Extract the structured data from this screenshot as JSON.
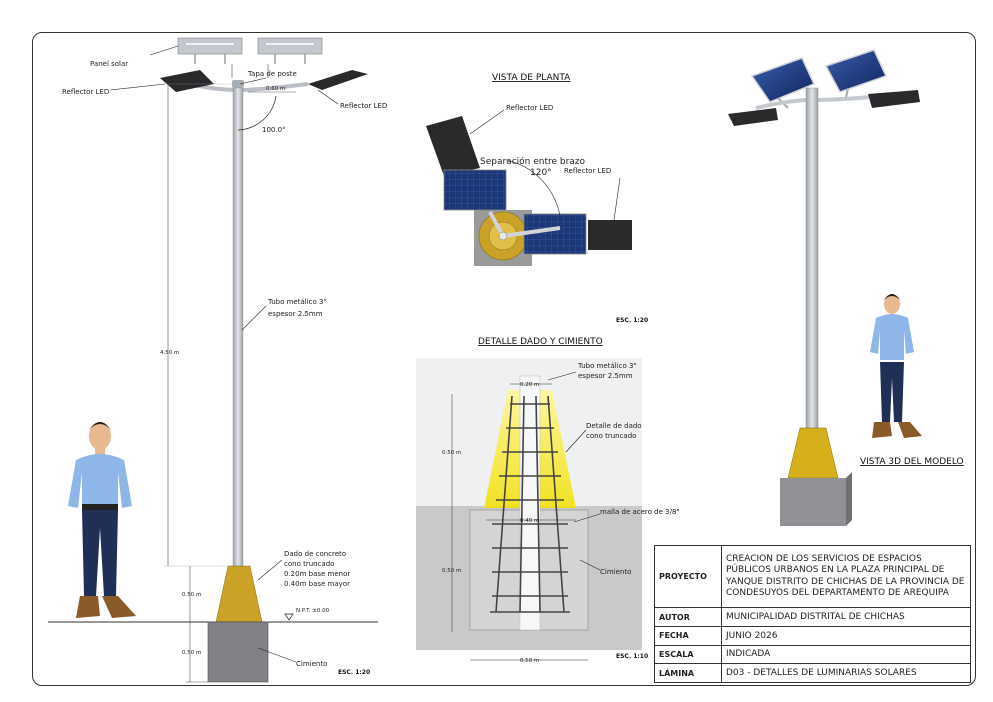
{
  "main_view": {
    "label_panel": "Panel solar",
    "label_led_left": "Reflector LED",
    "label_cap": "Tapa de poste",
    "label_led_right": "Reflector LED",
    "label_arm": "0.60 m",
    "label_angle": "100.0°",
    "label_tube": "Tubo metálico 3\"",
    "label_tube2": "espesor 2.5mm",
    "label_height": "4.50 m",
    "label_die": "Dado de concreto",
    "label_die2": "cono truncado",
    "label_die3": "0.20m base menor",
    "label_die4": "0.40m base mayor",
    "label_die_h": "0.50 m",
    "label_npt": "N.P.T. ±0.00",
    "label_found_h": "0.50 m",
    "label_found": "Cimiento",
    "scale": "ESC. 1:20"
  },
  "plan_view": {
    "title": "VISTA DE PLANTA",
    "label_led1": "Reflector LED",
    "label_sep": "Separación entre brazo",
    "label_angle": "120°",
    "label_led2": "Reflector LED",
    "scale": "ESC. 1:20"
  },
  "detail_view": {
    "title": "DETALLE DADO Y CIMIENTO",
    "label_tube": "Tubo metálico 3\"",
    "label_tube2": "espesor 2.5mm",
    "label_top": "0.20 m",
    "label_die": "Detalle de dado",
    "label_die2": "cono truncado",
    "label_h1": "0.50 m",
    "label_mid": "0.40 m",
    "label_mesh": "malla de acero de 3/8\"",
    "label_h2": "0.50 m",
    "label_found": "Cimiento",
    "label_bottom": "0.50 m",
    "scale": "ESC. 1:10"
  },
  "model_view": {
    "title": "VISTA 3D DEL MODELO"
  },
  "title_block": {
    "proyecto_k": "PROYECTO",
    "proyecto_v": "CREACION DE LOS SERVICIOS DE ESPACIOS PÚBLICOS URBANOS EN LA PLAZA PRINCIPAL DE YANQUE DISTRITO DE CHICHAS DE LA PROVINCIA DE CONDESUYOS DEL DEPARTAMENTO DE AREQUIPA",
    "autor_k": "AUTOR",
    "autor_v": "MUNICIPALIDAD DISTRITAL DE CHICHAS",
    "fecha_k": "FECHA",
    "fecha_v": "JUNIO 2026",
    "escala_k": "ESCALA",
    "escala_v": "INDICADA",
    "lamina_k": "LÁMINA",
    "lamina_v": "D03 - DETALLES DE LUMINARIAS SOLARES"
  },
  "colors": {
    "pole": "#c9cdd2",
    "concrete": "#c9a227",
    "foundation": "#808285",
    "panel": "#1f3a78",
    "led": "#2a2a2c"
  }
}
